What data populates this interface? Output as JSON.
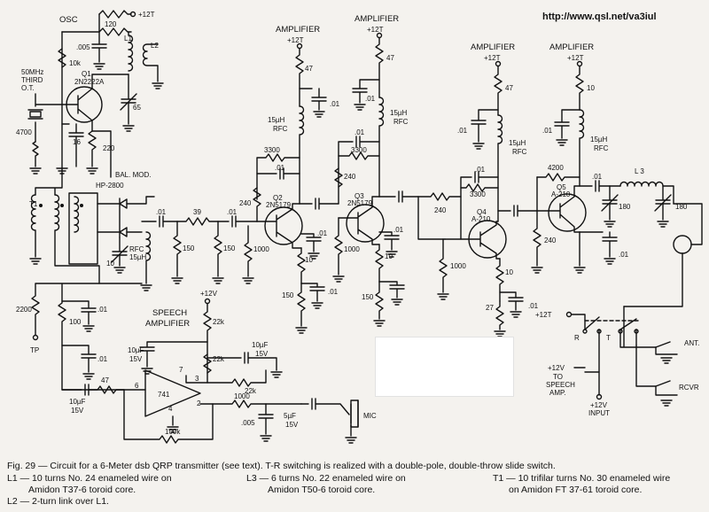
{
  "url": "http://www.qsl.net/va3iul",
  "headings": {
    "osc": "OSC",
    "amplifiers": [
      "AMPLIFIER",
      "AMPLIFIER",
      "AMPLIFIER",
      "AMPLIFIER"
    ],
    "speech_amp": [
      "SPEECH",
      "AMPLIFIER"
    ],
    "bal_mod": "BAL. MOD."
  },
  "supply": {
    "osc": "+12T",
    "amp1": "+12T",
    "amp2": "+12T",
    "amp3": "+12T",
    "amp4": "+12T",
    "speech": "+12V",
    "tr_12t": "+12T",
    "tr_12v": "+12V",
    "input_12v": "+12V",
    "input_label": "INPUT"
  },
  "crystal": [
    "50MHz",
    "THIRD",
    "O.T."
  ],
  "transistors": {
    "q1": [
      "Q1",
      "2N2222A"
    ],
    "q2": [
      "Q2",
      "2N5179"
    ],
    "q3": [
      "Q3",
      "2N5179"
    ],
    "q4": [
      "Q4",
      "A-210"
    ],
    "q5": [
      "Q5",
      "A-210"
    ]
  },
  "components": {
    "osc": [
      "120",
      ".005",
      "10k",
      "4700",
      "16",
      "220",
      "65",
      "L1",
      "L2"
    ],
    "mod": [
      "HP-2800",
      "T1",
      ".01",
      "39",
      ".01",
      "150",
      "150",
      "RFC",
      "15µH",
      "10"
    ],
    "amp1": [
      "47",
      ".01",
      "15µH",
      "RFC",
      "3300",
      ".01",
      "240",
      "1000",
      "10",
      ".01",
      "150",
      ".01"
    ],
    "amp2": [
      "47",
      ".01",
      "15µH",
      "RFC",
      ".01",
      "3300",
      "240",
      "1000",
      "10",
      ".01",
      "150"
    ],
    "amp3": [
      "47",
      ".01",
      "15µH",
      "RFC",
      ".01",
      "3300",
      "240",
      "1000",
      "10",
      ".01",
      "27"
    ],
    "amp4": [
      "10",
      ".01",
      "15µH",
      "RFC",
      "4200",
      ".01",
      "180",
      "240",
      ".01",
      "L 3",
      "180"
    ],
    "speech": [
      "2200",
      "TP",
      "100",
      ".01",
      ".01",
      "47",
      "10µF",
      "15V",
      "10µF",
      "15V",
      "10µF",
      "15V",
      "22k",
      "22k",
      "741",
      "6",
      "7",
      "3",
      "2",
      "4",
      "100k",
      "1000",
      ".005",
      "5µF",
      "15V",
      "MIC"
    ],
    "switch": [
      "R",
      "T",
      "ANT.",
      "RCVR",
      "TO",
      "SPEECH",
      "AMP."
    ]
  },
  "caption": {
    "figure": "Fig. 29 — Circuit for a 6-Meter dsb QRP transmitter (see text). T-R switching is realized with a double-pole, double-throw slide switch.",
    "l1": "L1 — 10 turns No. 24 enameled wire on",
    "l1b": "Amidon T37-6 toroid core.",
    "l2": "L2 — 2-turn link over L1.",
    "l3": "L3 — 6 turns No. 22 enameled wire on",
    "l3b": "Amidon T50-6 toroid core.",
    "t1": "T1 — 10 trifilar turns No. 30 enameled wire",
    "t1b": "on Amidon FT 37-61 toroid core."
  }
}
